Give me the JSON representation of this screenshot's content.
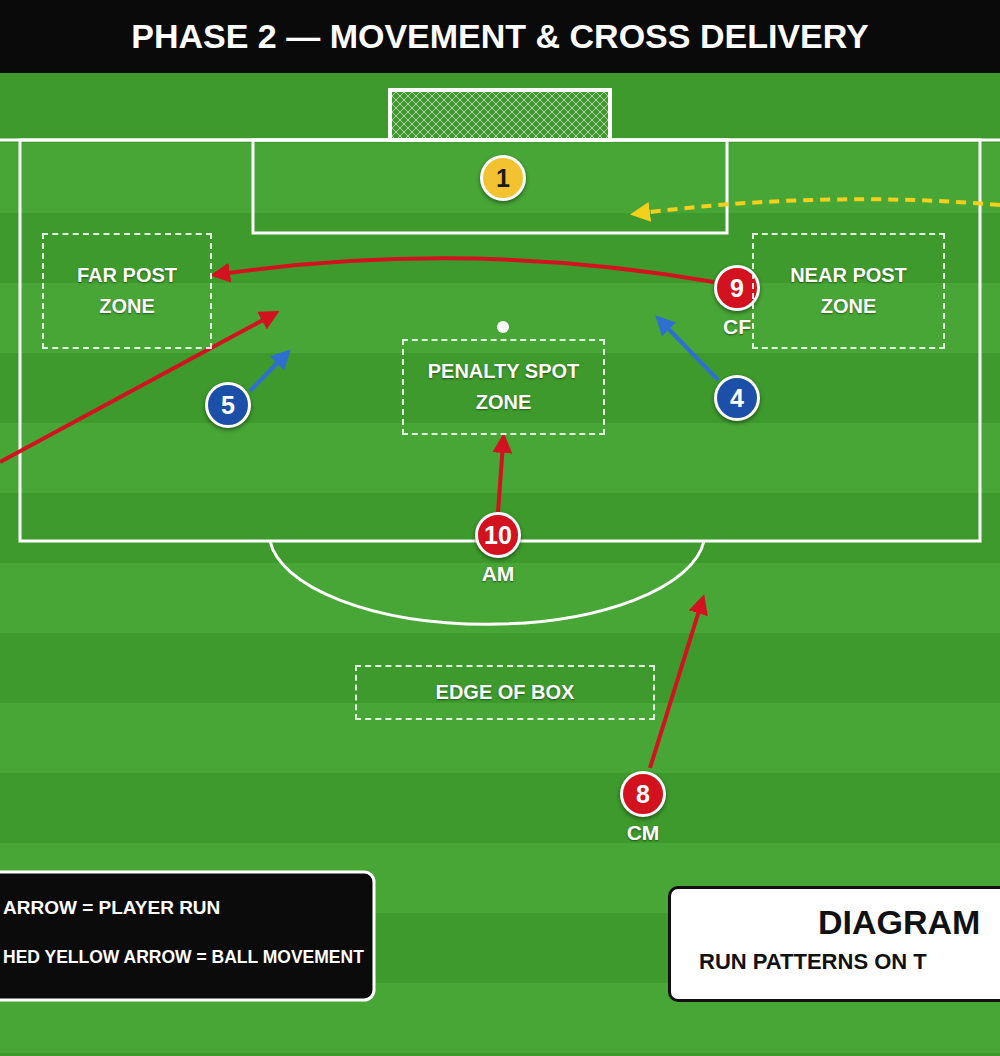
{
  "diagram": {
    "title": "PHASE 2 — MOVEMENT & CROSS DELIVERY",
    "nodes": [
      {
        "text": [
          "1"
        ]
      },
      {
        "text": [
          "FAR POST ZONE"
        ]
      },
      {
        "text": [
          "9",
          "CF"
        ]
      },
      {
        "text": [
          "NEAR POST ZONE"
        ]
      },
      {
        "text": [
          "5"
        ]
      },
      {
        "text": [
          "PENALTY SPOT ZONE"
        ]
      },
      {
        "text": [
          "4"
        ]
      },
      {
        "text": [
          "10",
          "AM"
        ]
      },
      {
        "text": [
          "EDGE OF BOX"
        ]
      },
      {
        "text": [
          "8",
          "CM"
        ]
      },
      {
        "text": [
          "DIAGRAM",
          "RUN PATTERNS ON T"
        ]
      }
    ],
    "edges": [
      {
        "from": 2,
        "to": 1,
        "arrow": "to"
      },
      {
        "from": 7,
        "to": 5,
        "arrow": "to"
      }
    ],
    "legend": [
      {
        "text": "ARROW = PLAYER RUN"
      },
      {
        "text": "HED YELLOW ARROW = BALL MOVEMENT"
      }
    ]
  }
}
